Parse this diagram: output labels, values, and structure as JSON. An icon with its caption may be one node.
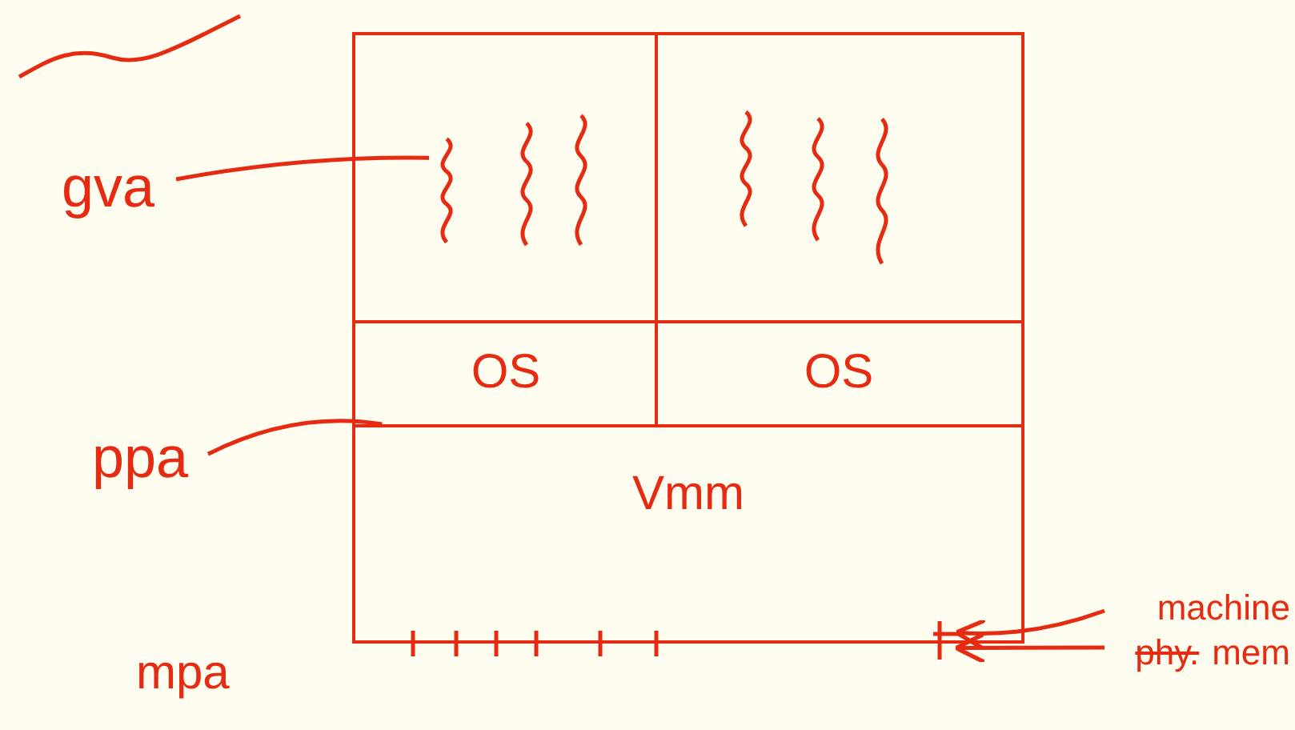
{
  "diagram": {
    "nodes": [
      {
        "text": [
          "gva"
        ]
      },
      {
        "text": [],
        "shape": "box"
      },
      {
        "text": [],
        "shape": "squiggle",
        "in": 1
      },
      {
        "text": [],
        "shape": "squiggle",
        "in": 1
      },
      {
        "text": [],
        "shape": "squiggle",
        "in": 1
      },
      {
        "text": [
          "OS"
        ],
        "in": 1
      },
      {
        "text": [],
        "shape": "squiggle",
        "in": 1
      },
      {
        "text": [],
        "shape": "squiggle",
        "in": 1
      },
      {
        "text": [],
        "shape": "squiggle",
        "in": 1
      },
      {
        "text": [
          "OS"
        ],
        "in": 1
      },
      {
        "text": [
          "Vmm"
        ],
        "in": 1
      },
      {
        "text": [
          "ppa"
        ]
      },
      {
        "text": [],
        "shape": "tick"
      },
      {
        "text": [
          "machine",
          "phy.",
          "mem"
        ]
      }
    ],
    "edges": [
      {
        "from": 0,
        "to": 2,
        "arrow": "none"
      },
      {
        "from": 11,
        "to": 10,
        "arrow": "none"
      },
      {
        "from": 13,
        "to": 12,
        "arrow": "to"
      },
      {
        "from": 13,
        "to": 12,
        "arrow": "to"
      }
    ],
    "labels": [
      "mpa"
    ]
  }
}
